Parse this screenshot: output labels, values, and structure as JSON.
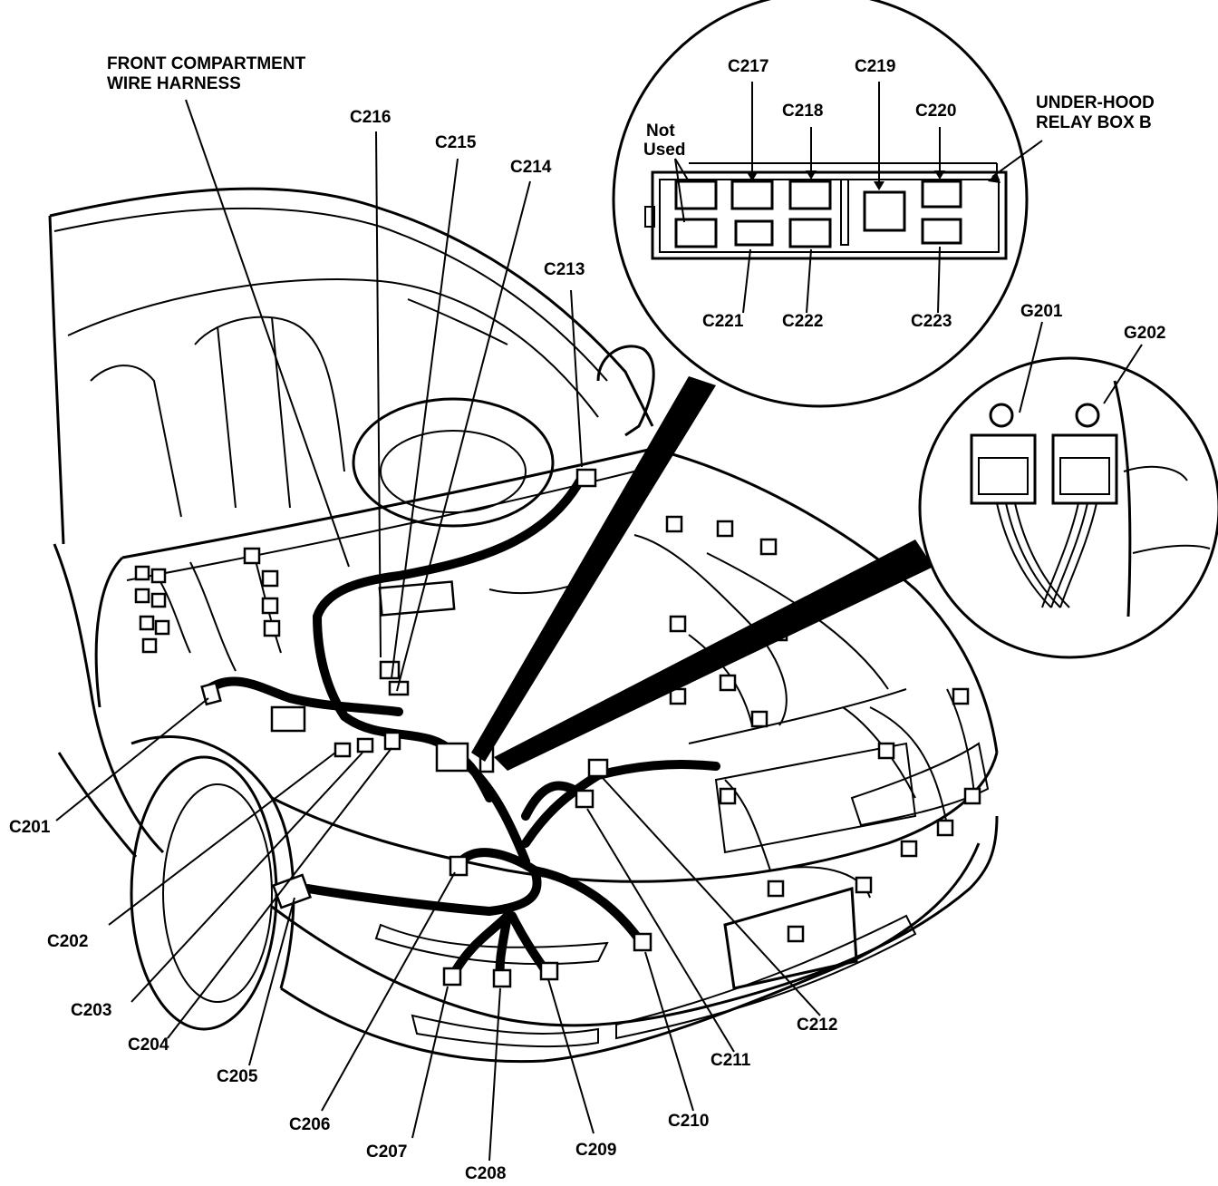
{
  "title": {
    "line1": "FRONT COMPARTMENT",
    "line2": "WIRE HARNESS"
  },
  "relay_box": {
    "line1": "UNDER-HOOD",
    "line2": "RELAY BOX B",
    "not_used_line1": "Not",
    "not_used_line2": "Used"
  },
  "connectors": {
    "c201": "C201",
    "c202": "C202",
    "c203": "C203",
    "c204": "C204",
    "c205": "C205",
    "c206": "C206",
    "c207": "C207",
    "c208": "C208",
    "c209": "C209",
    "c210": "C210",
    "c211": "C211",
    "c212": "C212",
    "c213": "C213",
    "c214": "C214",
    "c215": "C215",
    "c216": "C216",
    "c217": "C217",
    "c218": "C218",
    "c219": "C219",
    "c220": "C220",
    "c221": "C221",
    "c222": "C222",
    "c223": "C223"
  },
  "grounds": {
    "g201": "G201",
    "g202": "G202"
  },
  "colors": {
    "ink": "#000000",
    "paper": "#ffffff"
  }
}
